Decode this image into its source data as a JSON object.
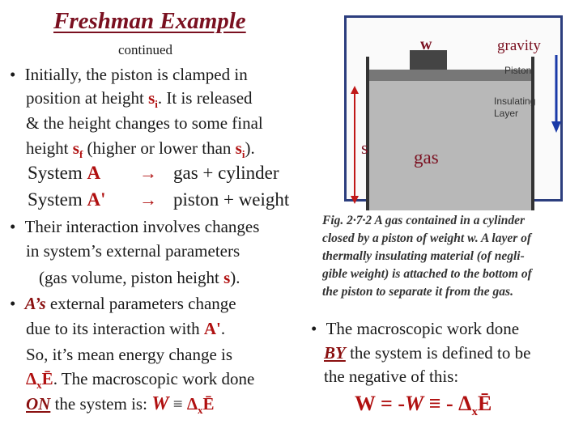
{
  "title": "Freshman Example",
  "subtitle": "continued",
  "bullet1": {
    "line1": "Initially, the piston is clamped in",
    "line2a": "position at height ",
    "si": "s",
    "si_sub": "i",
    "line2b": ". It is released",
    "line3": "& the height changes to some final",
    "line4a": "height ",
    "sf": "s",
    "sf_sub": "f",
    "line4b": " (higher or lower than ",
    "si2": "s",
    "si2_sub": "i",
    "line4c": ")."
  },
  "systems": [
    {
      "label_prefix": "System ",
      "label": "A",
      "arrow": "→",
      "desc": "gas + cylinder"
    },
    {
      "label_prefix": "System ",
      "label": "A'",
      "arrow": "→",
      "desc": "piston + weight"
    }
  ],
  "bullet2": {
    "line1": "Their interaction involves changes",
    "line2": "in system’s external parameters",
    "line3a": "(gas volume, piston height ",
    "s": "s",
    "line3b": ")."
  },
  "bullet3": {
    "a": "A’s",
    "line1": " external parameters change",
    "line2a": "due  to its interaction with ",
    "aprime": "A'",
    "line2b": ".",
    "line3": "So, it’s mean energy change is",
    "delta": "Δ",
    "sub_x": "x",
    "ebar": "Ē",
    "line4": ". The macroscopic work done",
    "on": "ON",
    "line5": " the system is: ",
    "w": "W",
    "equiv": " ≡ "
  },
  "bullet4": {
    "line1": "The macroscopic work done",
    "by": "BY",
    "line2": " the system is defined to be",
    "line3": "the negative of this:",
    "formula_W": "W",
    "formula_eq": " = -",
    "formula_w": "W",
    "formula_equiv": " ≡ - ",
    "formula_delta": "Δ",
    "formula_sub": "x",
    "formula_ebar": "Ē"
  },
  "figure": {
    "w_label": "w",
    "gravity_label": "gravity",
    "s_label": "s",
    "gas_label": "gas",
    "piston_label": "Piston",
    "insulating_label_1": "Insulating",
    "insulating_label_2": "Layer"
  },
  "caption": {
    "line1": "Fig. 2·7·2  A gas contained in a cylinder",
    "line2": "closed by a piston of weight w.  A layer of",
    "line3": "thermally insulating material (of negli-",
    "line4": "gible weight) is attached to the bottom of",
    "line5": "the piston to separate it from the gas."
  },
  "bullet_char": "•",
  "colors": {
    "title": "#7a1020",
    "accent": "#b01010",
    "frame": "#2c3e7e"
  }
}
